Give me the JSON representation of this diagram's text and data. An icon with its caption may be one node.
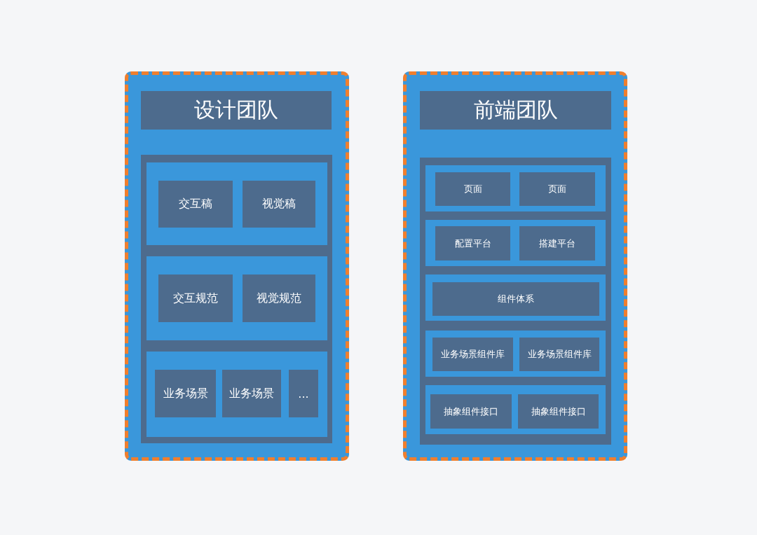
{
  "diagram": {
    "nodes": [
      {
        "text": [],
        "shape": "box"
      },
      {
        "text": [
          "设计团队"
        ],
        "in": 0
      },
      {
        "text": [],
        "shape": "box",
        "in": 0
      },
      {
        "text": [],
        "shape": "box",
        "in": 2
      },
      {
        "text": [
          "交互稿"
        ],
        "in": 3
      },
      {
        "text": [
          "视觉稿"
        ],
        "in": 3
      },
      {
        "text": [],
        "shape": "box",
        "in": 2
      },
      {
        "text": [
          "交互规范"
        ],
        "in": 6
      },
      {
        "text": [
          "视觉规范"
        ],
        "in": 6
      },
      {
        "text": [],
        "shape": "box",
        "in": 2
      },
      {
        "text": [
          "业务场景"
        ],
        "in": 9
      },
      {
        "text": [
          "业务场景"
        ],
        "in": 9
      },
      {
        "text": [
          "..."
        ],
        "in": 9
      },
      {
        "text": [],
        "shape": "box"
      },
      {
        "text": [
          "前端团队"
        ],
        "in": 13
      },
      {
        "text": [],
        "shape": "box",
        "in": 13
      },
      {
        "text": [],
        "shape": "box",
        "in": 15
      },
      {
        "text": [
          "页面"
        ],
        "in": 16
      },
      {
        "text": [
          "页面"
        ],
        "in": 16
      },
      {
        "text": [],
        "shape": "box",
        "in": 15
      },
      {
        "text": [
          "配置平台"
        ],
        "in": 19
      },
      {
        "text": [
          "搭建平台"
        ],
        "in": 19
      },
      {
        "text": [],
        "shape": "box",
        "in": 15
      },
      {
        "text": [
          "组件体系"
        ],
        "in": 22
      },
      {
        "text": [],
        "shape": "box",
        "in": 15
      },
      {
        "text": [
          "业务场景组件库"
        ],
        "in": 24
      },
      {
        "text": [
          "业务场景组件库"
        ],
        "in": 24
      },
      {
        "text": [],
        "shape": "box",
        "in": 15
      },
      {
        "text": [
          "抽象组件接口"
        ],
        "in": 27
      },
      {
        "text": [
          "抽象组件接口"
        ],
        "in": 27
      }
    ],
    "edges": []
  }
}
